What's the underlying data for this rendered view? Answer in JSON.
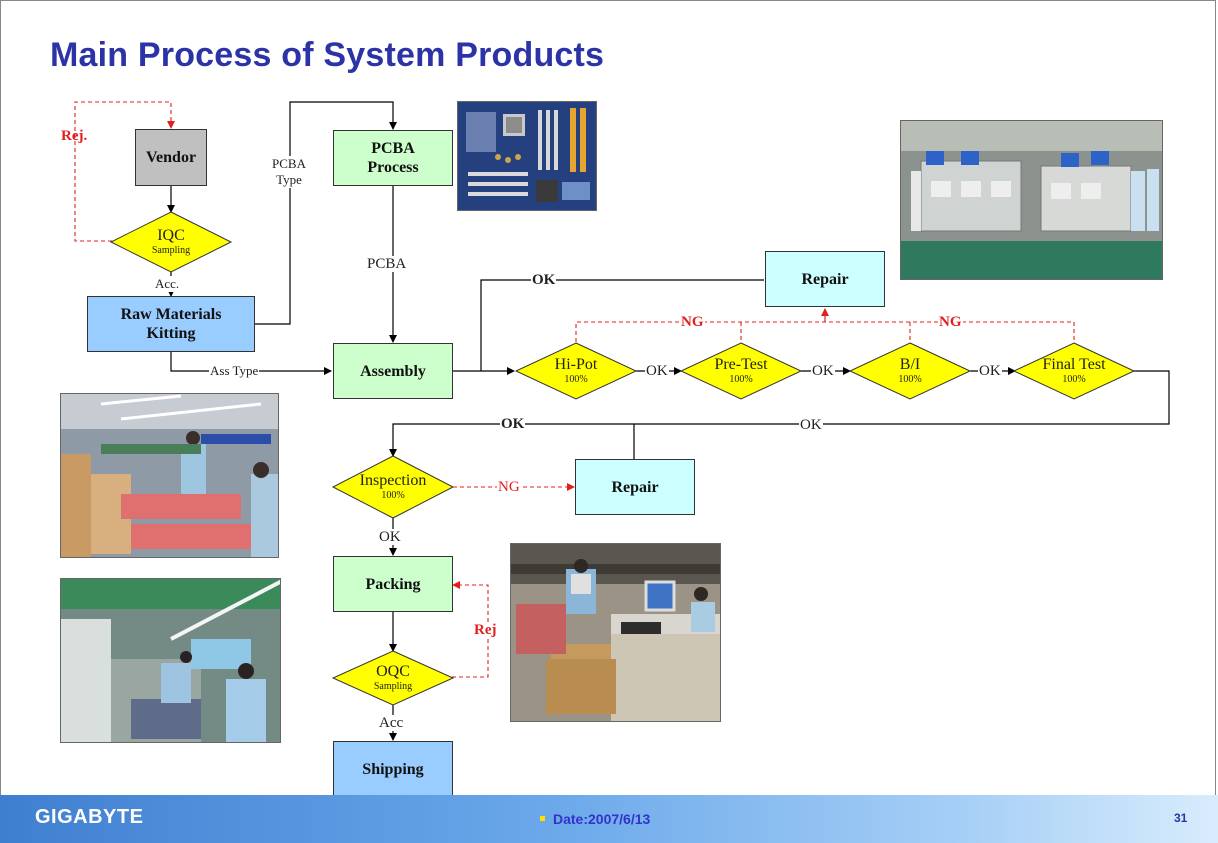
{
  "title": "Main Process of System Products",
  "nodes": {
    "vendor": "Vendor",
    "pcba_process": "PCBA\nProcess",
    "raw_materials": "Raw Materials\nKitting",
    "assembly": "Assembly",
    "repair_top": "Repair",
    "repair_mid": "Repair",
    "packing": "Packing",
    "shipping": "Shipping"
  },
  "decisions": {
    "iqc": {
      "label": "IQC",
      "sub": "Sampling"
    },
    "hipot": {
      "label": "Hi-Pot",
      "sub": "100%"
    },
    "pretest": {
      "label": "Pre-Test",
      "sub": "100%"
    },
    "bi": {
      "label": "B/I",
      "sub": "100%"
    },
    "finaltest": {
      "label": "Final Test",
      "sub": "100%"
    },
    "inspection": {
      "label": "Inspection",
      "sub": "100%"
    },
    "oqc": {
      "label": "OQC",
      "sub": "Sampling"
    }
  },
  "edge_labels": {
    "rej_iqc": "Rej.",
    "acc_iqc": "Acc.",
    "pcba_type": "PCBA\nType",
    "pcba": "PCBA",
    "ass_type": "Ass Type",
    "ok_top": "OK",
    "ng_left": "NG",
    "ng_right": "NG",
    "ok_hipot": "OK",
    "ok_pretest": "OK",
    "ok_bi": "OK",
    "ok_return_left": "OK",
    "ok_return_right": "OK",
    "ng_inspection": "NG",
    "ok_inspection": "OK",
    "rej_oqc": "Rej",
    "acc_oqc": "Acc"
  },
  "colors": {
    "title": "#2b33a6",
    "green_box": "#ccffcc",
    "blue_box": "#99ccff",
    "cyan_box": "#ccffff",
    "gray_box": "#c0c0c0",
    "diamond": "#ffff00",
    "reject_line": "#e02020"
  },
  "footer": {
    "brand": "GIGABYTE",
    "date": "Date:2007/6/13",
    "page": "31"
  }
}
